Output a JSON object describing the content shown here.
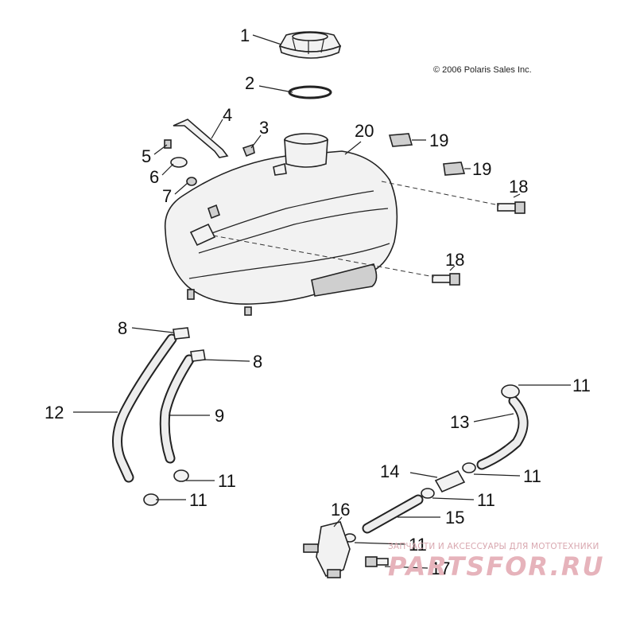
{
  "copyright": "© 2006 Polaris Sales Inc.",
  "watermark": {
    "caption": "ЗАПЧАСТИ И АКСЕССУАРЫ ДЛЯ МОТОТЕХНИКИ",
    "logo": "PARTSFOR.RU",
    "color": "#e6b3bb"
  },
  "callouts": [
    {
      "id": "c1",
      "label": "1"
    },
    {
      "id": "c2",
      "label": "2"
    },
    {
      "id": "c3",
      "label": "3"
    },
    {
      "id": "c4",
      "label": "4"
    },
    {
      "id": "c5",
      "label": "5"
    },
    {
      "id": "c6",
      "label": "6"
    },
    {
      "id": "c7",
      "label": "7"
    },
    {
      "id": "c8a",
      "label": "8"
    },
    {
      "id": "c8b",
      "label": "8"
    },
    {
      "id": "c9",
      "label": "9"
    },
    {
      "id": "c11a",
      "label": "11"
    },
    {
      "id": "c11b",
      "label": "11"
    },
    {
      "id": "c11c",
      "label": "11"
    },
    {
      "id": "c11d",
      "label": "11"
    },
    {
      "id": "c11e",
      "label": "11"
    },
    {
      "id": "c11f",
      "label": "11"
    },
    {
      "id": "c11g",
      "label": "11"
    },
    {
      "id": "c12",
      "label": "12"
    },
    {
      "id": "c13",
      "label": "13"
    },
    {
      "id": "c14",
      "label": "14"
    },
    {
      "id": "c15",
      "label": "15"
    },
    {
      "id": "c16",
      "label": "16"
    },
    {
      "id": "c17",
      "label": "17"
    },
    {
      "id": "c18a",
      "label": "18"
    },
    {
      "id": "c18b",
      "label": "18"
    },
    {
      "id": "c19a",
      "label": "19"
    },
    {
      "id": "c19b",
      "label": "19"
    },
    {
      "id": "c20",
      "label": "20"
    }
  ]
}
